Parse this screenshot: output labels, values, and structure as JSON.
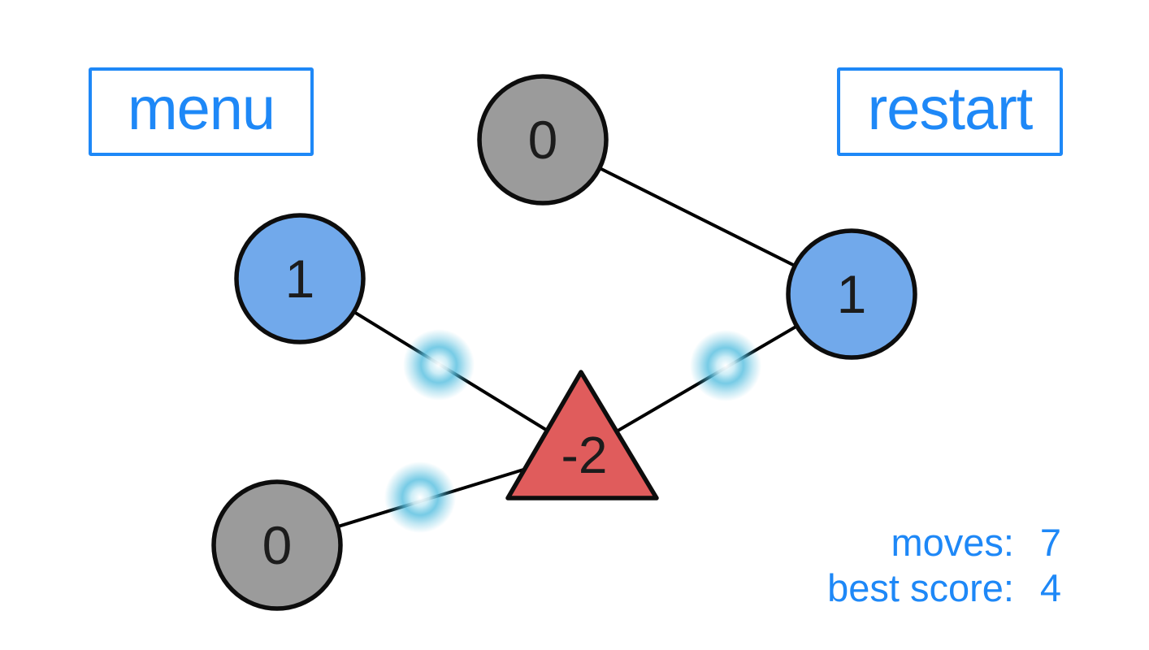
{
  "buttons": {
    "menu_label": "menu",
    "restart_label": "restart"
  },
  "status": {
    "moves_label": "moves:",
    "moves_value": "7",
    "best_label": "best score:",
    "best_value": "4"
  },
  "nodes": [
    {
      "id": "top",
      "shape": "circle",
      "kind": "neutral",
      "value": "0"
    },
    {
      "id": "left",
      "shape": "circle",
      "kind": "positive",
      "value": "1"
    },
    {
      "id": "right",
      "shape": "circle",
      "kind": "positive",
      "value": "1"
    },
    {
      "id": "bottom-left",
      "shape": "circle",
      "kind": "neutral",
      "value": "0"
    },
    {
      "id": "center",
      "shape": "triangle",
      "kind": "negative",
      "value": "-2"
    }
  ],
  "edges": [
    {
      "from": "top",
      "to": "right",
      "glow": false
    },
    {
      "from": "left",
      "to": "center",
      "glow": true
    },
    {
      "from": "right",
      "to": "center",
      "glow": true
    },
    {
      "from": "bottom-left",
      "to": "center",
      "glow": true
    }
  ],
  "colors": {
    "accent_blue": "#1e88f7",
    "node_blue": "#71a9eb",
    "node_gray": "#9b9b9b",
    "node_red": "#e05c5c",
    "glow_cyan": "#4fbbdd",
    "edge_black": "#000000",
    "background": "#ffffff"
  }
}
